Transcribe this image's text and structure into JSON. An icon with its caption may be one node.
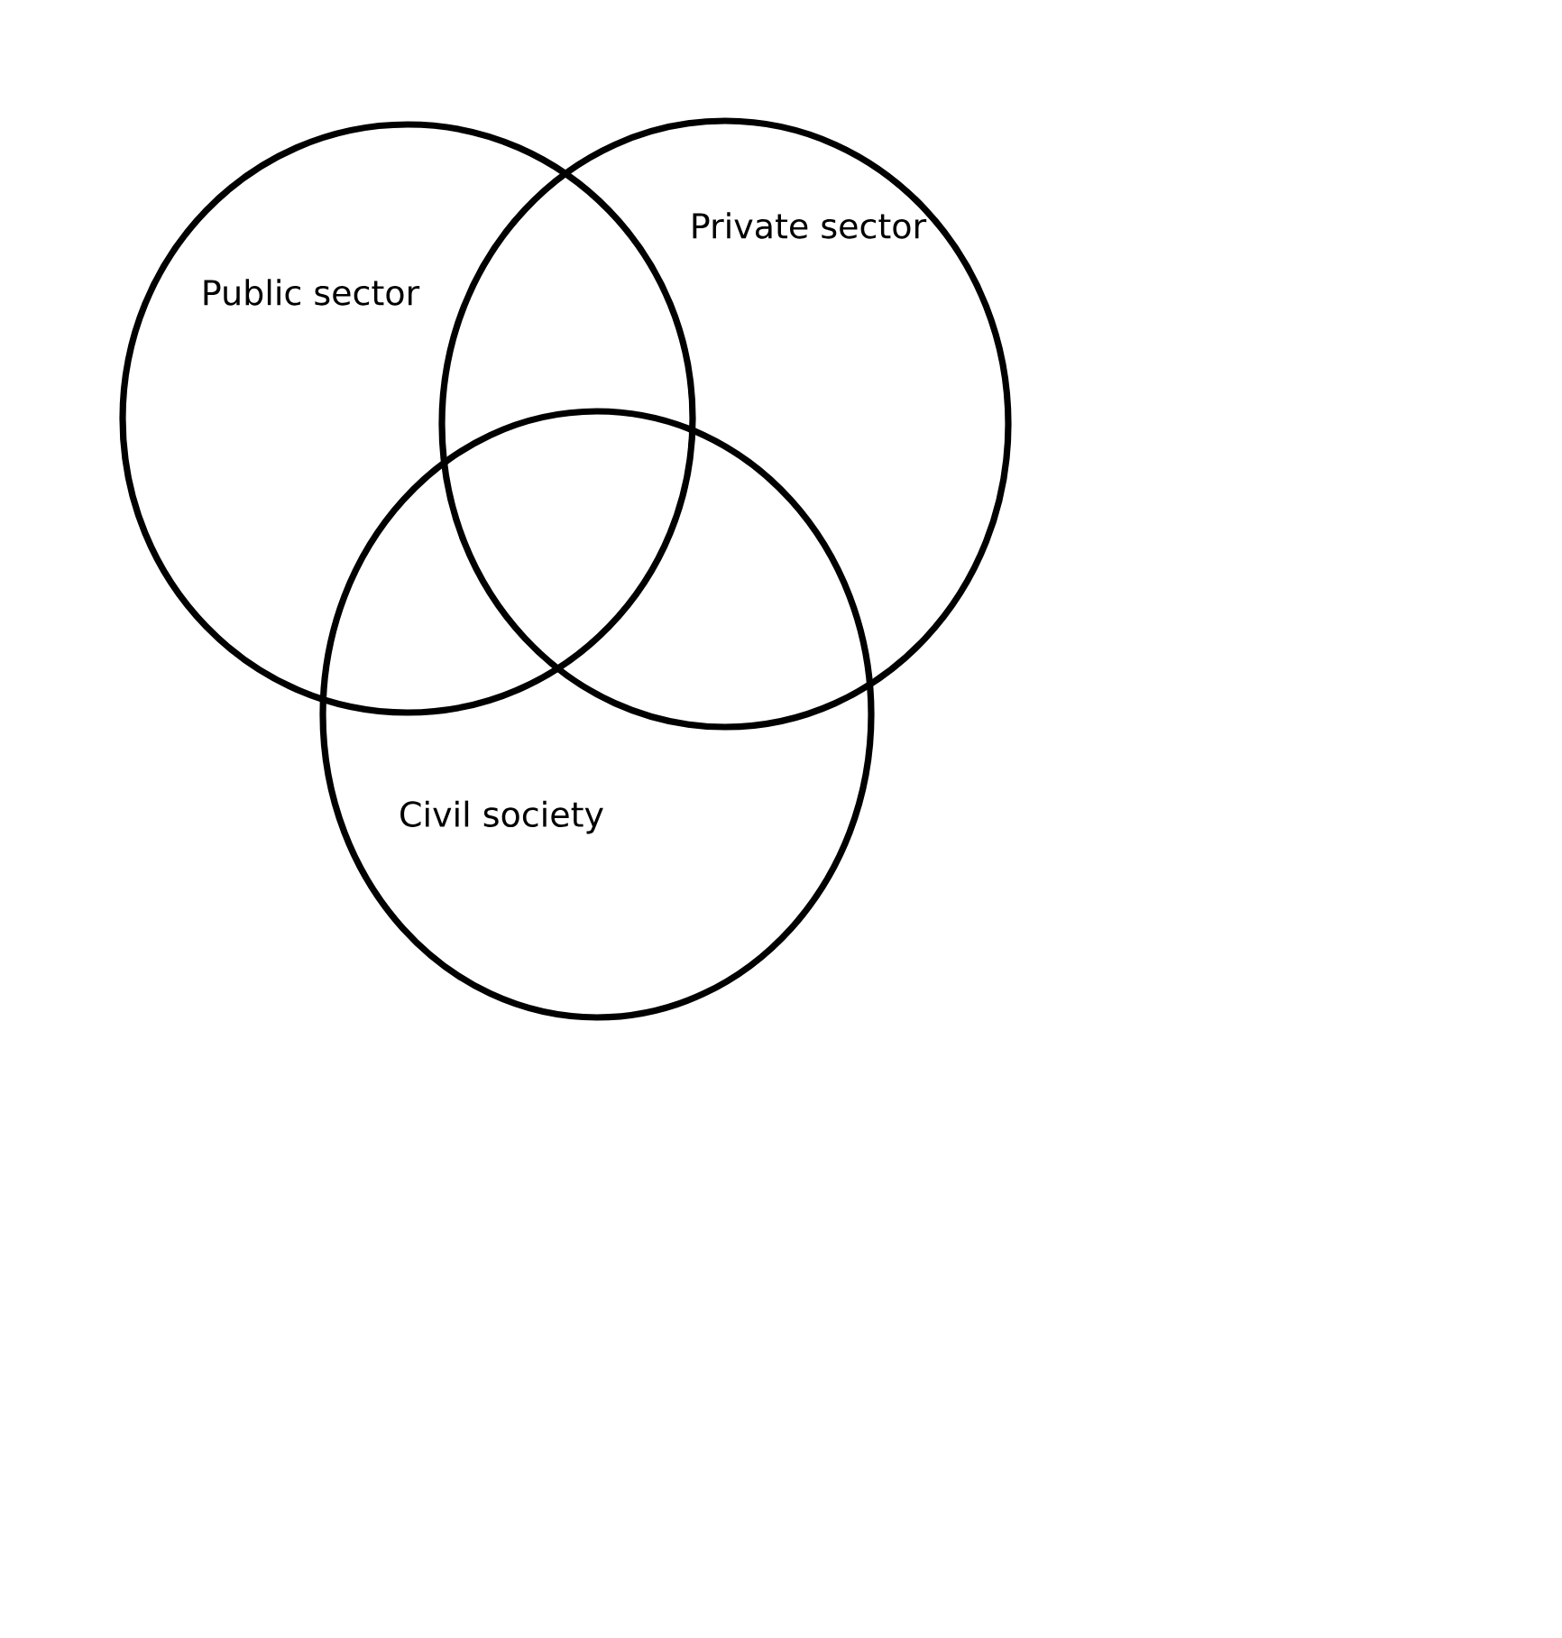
{
  "diagram": {
    "nodes": [
      {
        "text": [
          "Public sector"
        ]
      },
      {
        "text": [
          "Private sector"
        ]
      },
      {
        "text": [
          "Civil society"
        ]
      }
    ]
  }
}
